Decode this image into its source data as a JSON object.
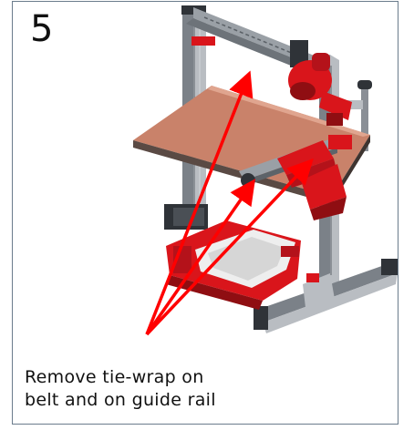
{
  "step": {
    "number": "5"
  },
  "instruction": {
    "line1": "Remove tie-wrap on",
    "line2": "belt and on guide rail"
  },
  "illustration": {
    "subject": "3d-printer-assembly",
    "arrow_color": "#ff0000",
    "frame_color": "#8a8f96",
    "part_color": "#d9151b",
    "bed_color": "#c9826a"
  }
}
